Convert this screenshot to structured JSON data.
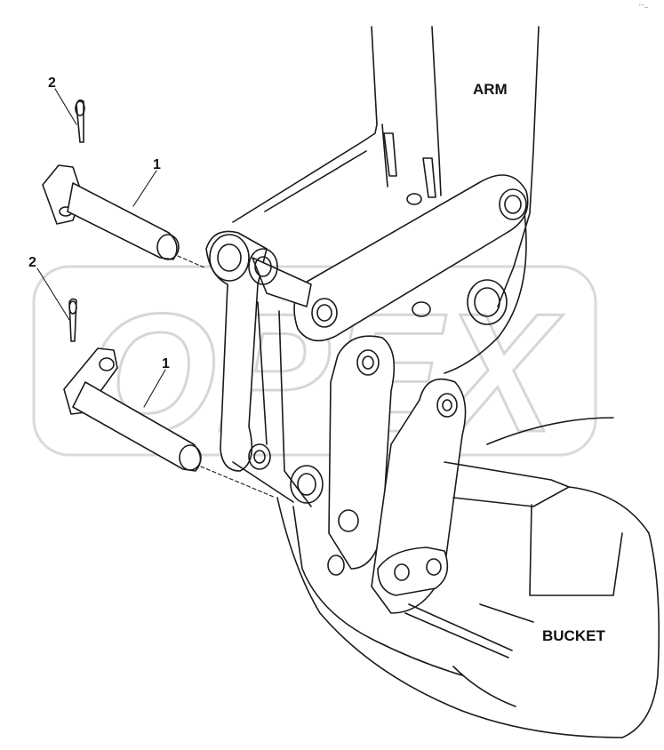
{
  "diagram": {
    "labels": {
      "arm": "ARM",
      "bucket": "BUCKET"
    },
    "callouts": [
      {
        "id": "pin-upper",
        "number": "1"
      },
      {
        "id": "cotter-upper",
        "number": "2"
      },
      {
        "id": "pin-lower",
        "number": "1"
      },
      {
        "id": "cotter-lower",
        "number": "2"
      }
    ],
    "watermark": "OPEX",
    "corner_mark": "ˆˆ—"
  },
  "colors": {
    "line": "#1a1a1a",
    "watermark": "#d9d9d9",
    "background": "#ffffff"
  }
}
